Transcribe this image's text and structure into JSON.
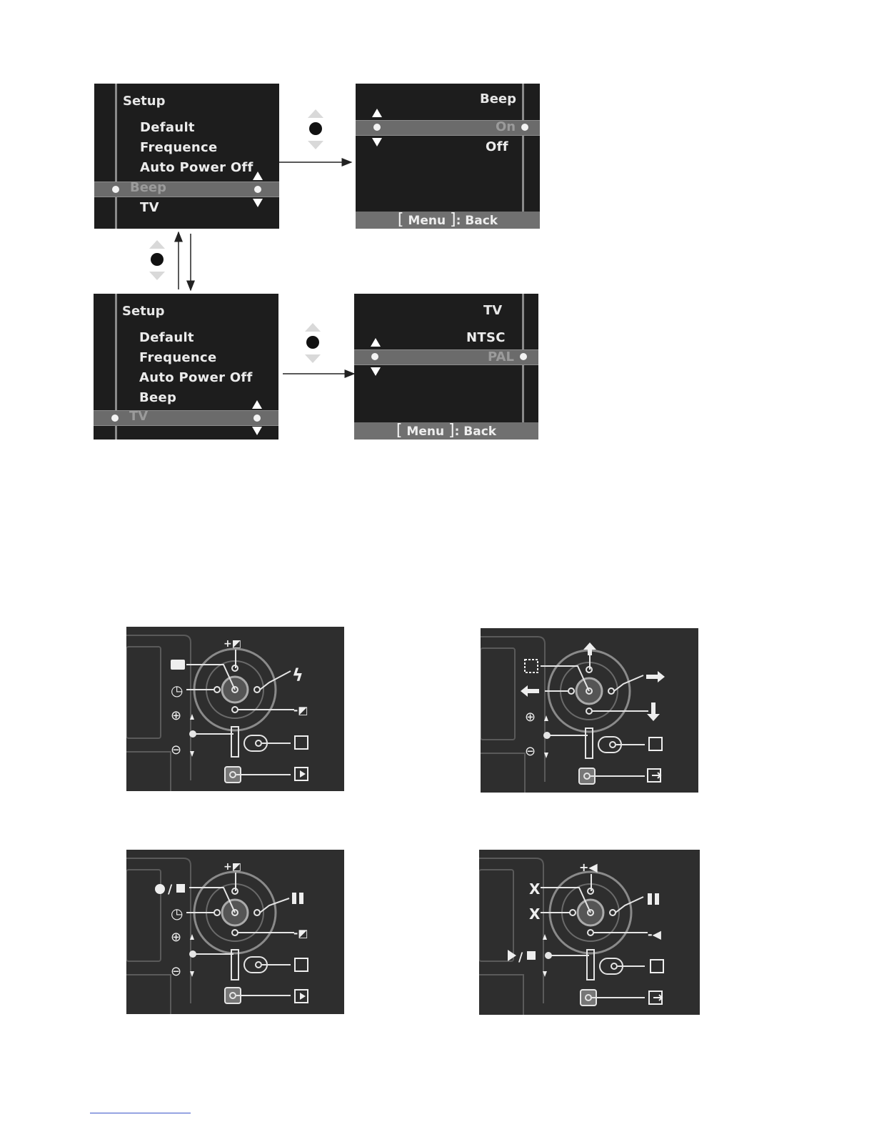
{
  "menus": {
    "setup_a": {
      "title": "Setup",
      "items": [
        "Default",
        "Frequence",
        "Auto Power Off"
      ],
      "selected": "Beep",
      "after": [
        "TV"
      ]
    },
    "beep_submenu": {
      "title": "Beep",
      "selected": "On",
      "items": [
        "Off"
      ],
      "footer_menu": "Menu",
      "footer_back": ": Back"
    },
    "setup_b": {
      "title": "Setup",
      "items": [
        "Default",
        "Frequence",
        "Auto Power Off",
        "Beep"
      ],
      "selected": "TV"
    },
    "tv_submenu": {
      "title": "TV",
      "items": [
        "NTSC"
      ],
      "selected": "PAL",
      "footer_menu": "Menu",
      "footer_back": ": Back"
    }
  },
  "panels": {
    "capture_mode": {
      "left_icons": [
        "camera-icon",
        "self-timer-icon",
        "zoom-in-icon",
        "zoom-out-icon"
      ],
      "right_icons": [
        "exposure-plus-icon",
        "flash-icon",
        "exposure-minus-icon",
        "menu-icon",
        "playback-icon"
      ]
    },
    "playback_mode": {
      "left_icons": [
        "thumbnail-icon",
        "arrow-left-icon",
        "zoom-in-icon",
        "zoom-out-icon"
      ],
      "right_icons": [
        "arrow-up-icon",
        "arrow-right-icon",
        "arrow-down-icon",
        "menu-icon",
        "exit-icon"
      ]
    },
    "video_mode": {
      "left_icons": [
        "record-stop-icon",
        "self-timer-icon",
        "zoom-in-icon",
        "zoom-out-icon"
      ],
      "right_icons": [
        "exposure-plus-icon",
        "pause-icon",
        "exposure-minus-icon",
        "menu-icon",
        "playback-icon"
      ]
    },
    "video_playback_mode": {
      "left_icons": [
        "disabled-x-icon",
        "disabled-x-icon",
        "play-stop-icon"
      ],
      "right_icons": [
        "volume-up-icon",
        "pause-icon",
        "volume-down-icon",
        "menu-icon",
        "exit-icon"
      ]
    }
  },
  "colors": {
    "screen_bg": "#1d1d1d",
    "highlight_bar": "#6b6b6b",
    "panel_bg": "#2e2e2e"
  }
}
